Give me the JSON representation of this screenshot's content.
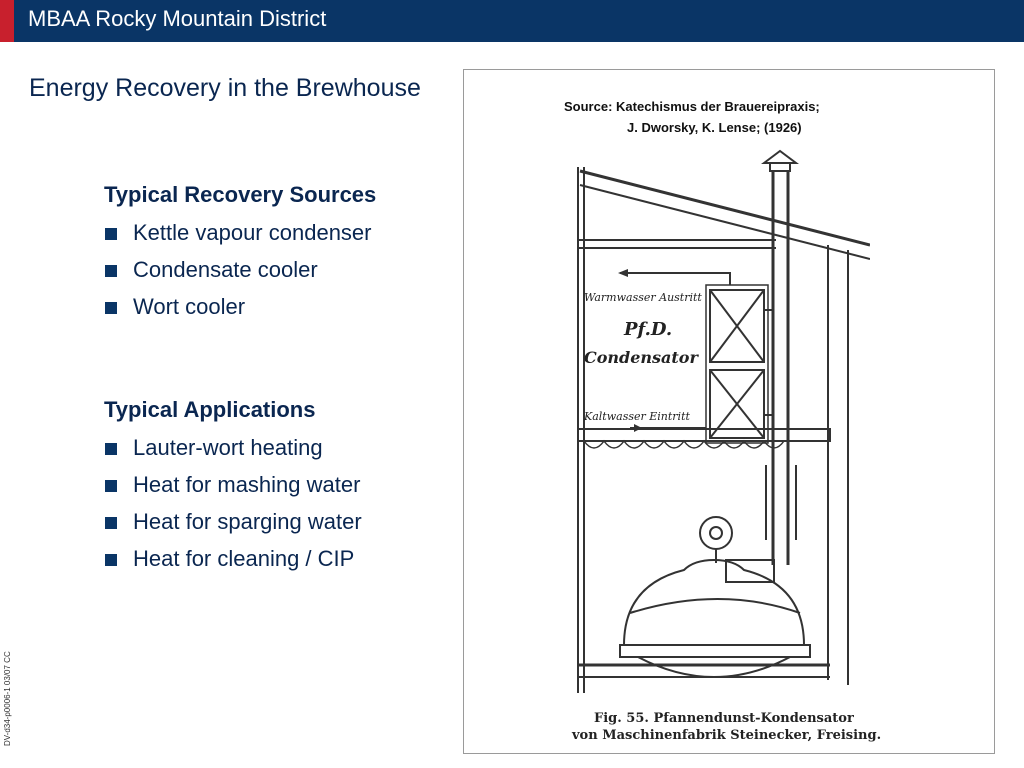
{
  "header": {
    "title": "MBAA Rocky Mountain District",
    "bar_color": "#0a3566",
    "accent_color": "#c8202d"
  },
  "slide": {
    "title": "Energy Recovery in the Brewhouse"
  },
  "sections": [
    {
      "heading": "Typical Recovery Sources",
      "items": [
        "Kettle vapour condenser",
        "Condensate cooler",
        "Wort cooler"
      ]
    },
    {
      "heading": "Typical Applications",
      "items": [
        "Lauter-wort heating",
        "Heat for mashing water",
        "Heat for sparging water",
        "Heat for cleaning / CIP"
      ]
    }
  ],
  "figure": {
    "source_line1": "Source: Katechismus der Brauereipraxis;",
    "source_line2": "J. Dworsky, K. Lense; (1926)",
    "label_warm": "Warmwasser Austritt",
    "label_pfd": "Pf.D.",
    "label_condensator": "Condensator",
    "label_cold": "Kaltwasser Eintritt",
    "caption_line1": "Fig. 55.   Pfannendunst-Kondensator",
    "caption_line2": "von Maschinenfabrik Steinecker, Freising."
  },
  "footer": {
    "code": "DV-d34-p0006-1 03/07 CC"
  }
}
